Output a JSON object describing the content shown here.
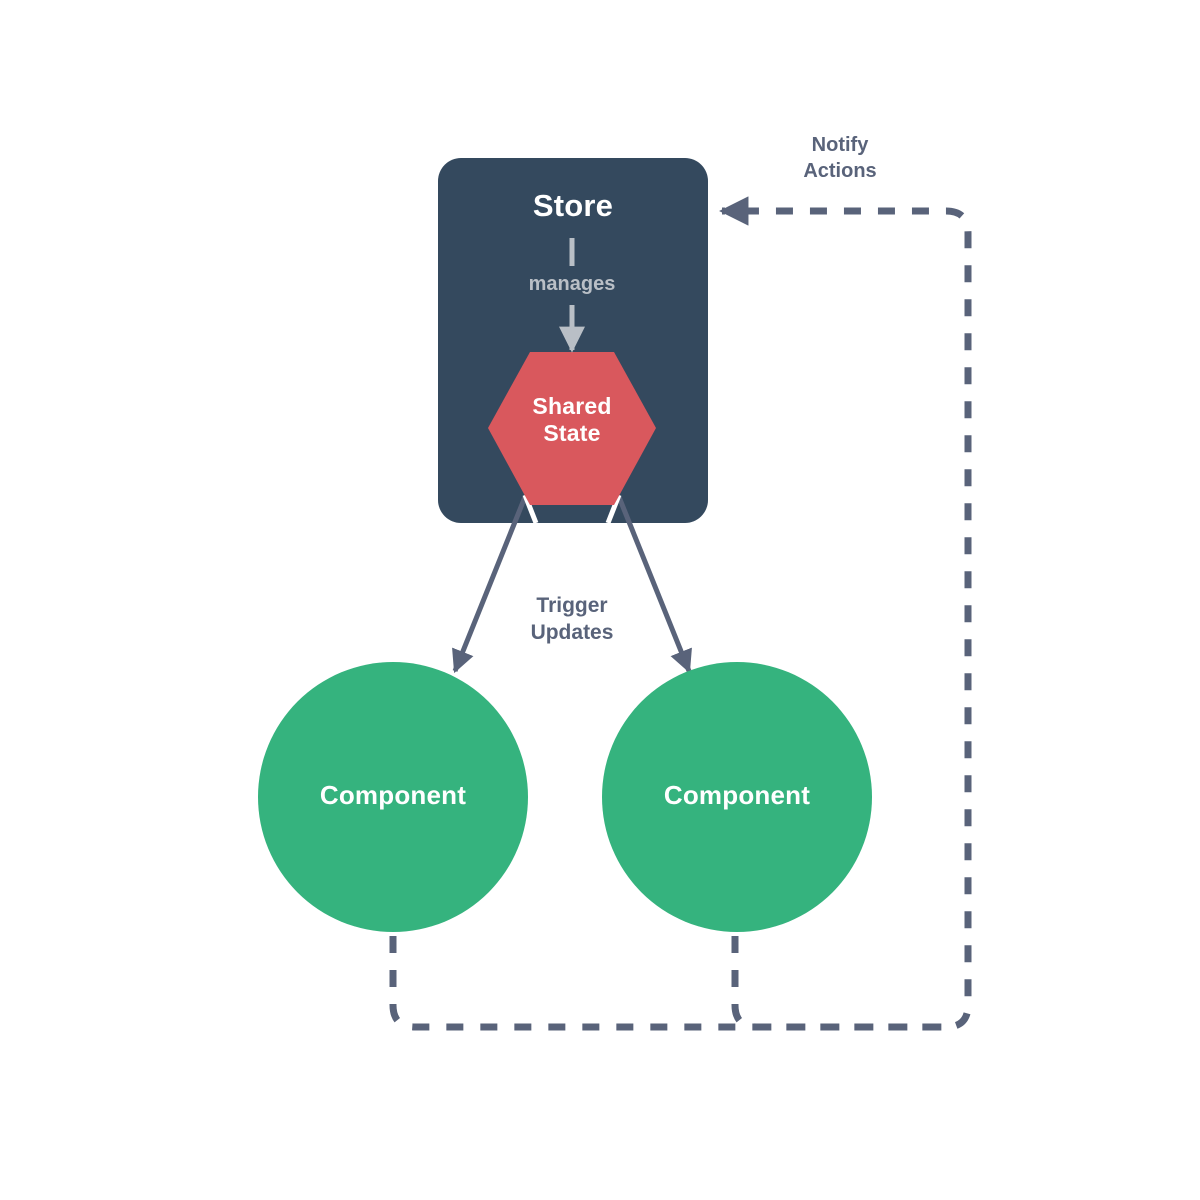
{
  "diagram": {
    "title": "Store / Shared State / Component data flow",
    "background_color": "#ffffff",
    "colors": {
      "store_fill": "#34495e",
      "shared_state_fill": "#d9585d",
      "component_fill": "#35b37e",
      "edge_stroke": "#59637a",
      "inner_edge_stroke": "#b9bfc6",
      "inner_edge_mask": "#ffffff",
      "node_text": "#ffffff"
    },
    "nodes": [
      {
        "id": "store",
        "shape": "rounded-rect",
        "label": "Store",
        "fill": "#34495e",
        "text_color": "#ffffff"
      },
      {
        "id": "shared-state",
        "shape": "hexagon",
        "label": "Shared\nState",
        "fill": "#d9585d",
        "text_color": "#ffffff"
      },
      {
        "id": "component-left",
        "shape": "circle",
        "label": "Component",
        "fill": "#35b37e",
        "text_color": "#ffffff"
      },
      {
        "id": "component-right",
        "shape": "circle",
        "label": "Component",
        "fill": "#35b37e",
        "text_color": "#ffffff"
      }
    ],
    "edges": [
      {
        "id": "store-manages-shared-state",
        "from": "store",
        "to": "shared-state",
        "label": "manages",
        "style": "solid",
        "stroke": "#b9bfc6",
        "arrow": true
      },
      {
        "id": "shared-state-trigger-components",
        "from": "shared-state",
        "to": "component-left, component-right",
        "label": "Trigger\nUpdates",
        "style": "solid",
        "stroke": "#59637a",
        "arrow": true
      },
      {
        "id": "components-notify-store",
        "from": "component-left, component-right",
        "to": "store",
        "label": "Notify\nActions",
        "style": "dashed",
        "stroke": "#59637a",
        "arrow": true
      }
    ]
  }
}
